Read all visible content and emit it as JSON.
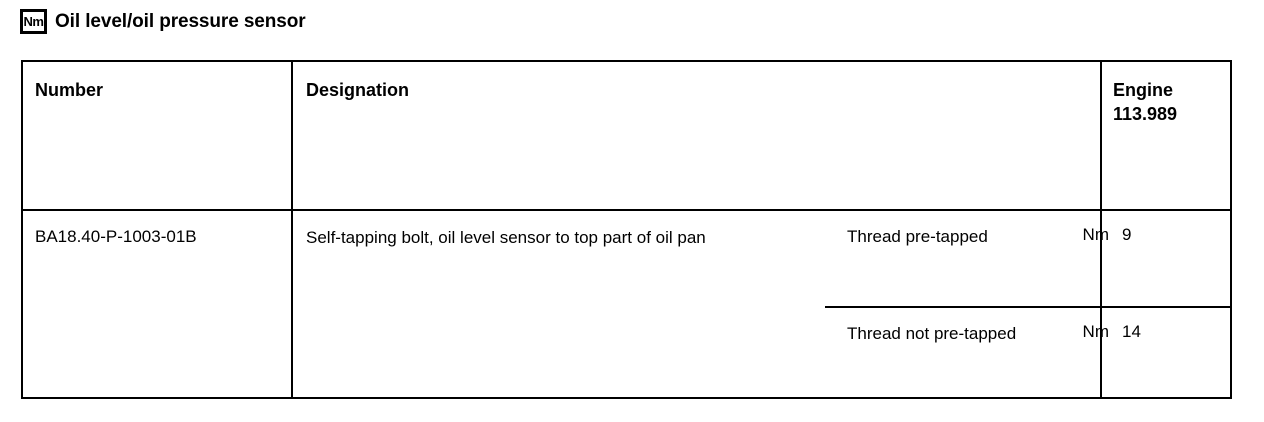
{
  "title": {
    "icon_label": "Nm",
    "icon_name": "torque-nm-icon",
    "text": "Oil level/oil pressure sensor"
  },
  "table": {
    "headers": {
      "number": "Number",
      "designation": "Designation",
      "engine_line1": "Engine",
      "engine_line2": "113.989"
    },
    "rows": [
      {
        "number": "BA18.40-P-1003-01B",
        "designation": "Self-tapping bolt, oil level sensor to top part of oil pan",
        "specs": [
          {
            "name": "Thread pre-tapped",
            "unit": "Nm",
            "value": "9"
          },
          {
            "name": "Thread not pre-tapped",
            "unit": "Nm",
            "value": "14"
          }
        ]
      }
    ]
  },
  "colors": {
    "border": "#000000",
    "text": "#000000",
    "background": "#ffffff"
  }
}
